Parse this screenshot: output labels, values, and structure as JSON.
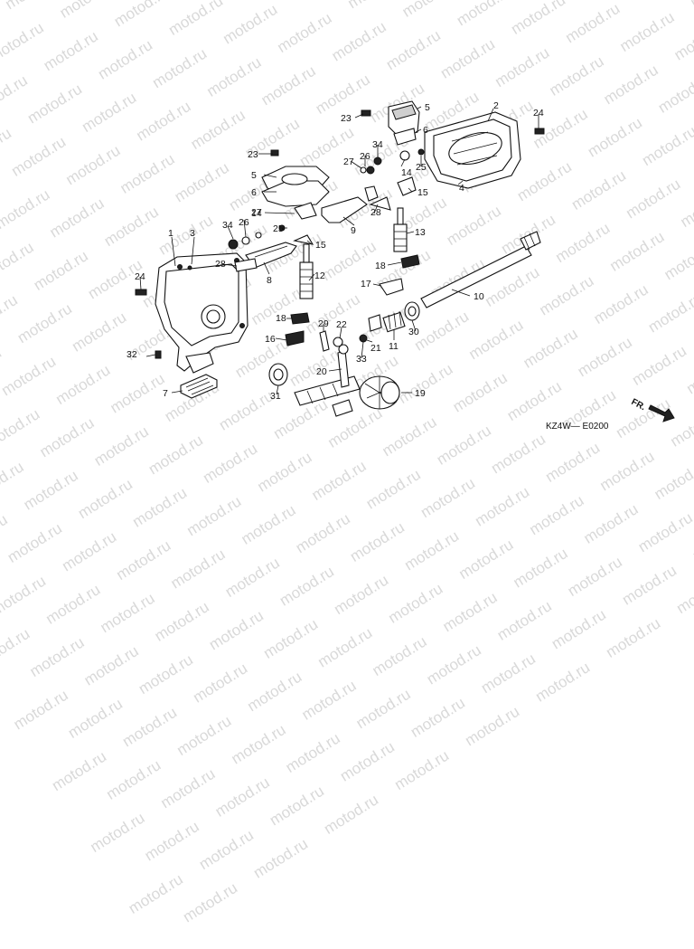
{
  "watermark": {
    "text": "motod.ru"
  },
  "diagram": {
    "code": "KZ4W— E0200",
    "fr_label": "FR.",
    "callouts": [
      {
        "id": "c1",
        "text": "1"
      },
      {
        "id": "c2",
        "text": "2"
      },
      {
        "id": "c3",
        "text": "3"
      },
      {
        "id": "c4",
        "text": "4"
      },
      {
        "id": "c5a",
        "text": "5"
      },
      {
        "id": "c5b",
        "text": "5"
      },
      {
        "id": "c6a",
        "text": "6"
      },
      {
        "id": "c6b",
        "text": "6"
      },
      {
        "id": "c7",
        "text": "7"
      },
      {
        "id": "c8",
        "text": "8"
      },
      {
        "id": "c9",
        "text": "9"
      },
      {
        "id": "c10",
        "text": "10"
      },
      {
        "id": "c11",
        "text": "11"
      },
      {
        "id": "c12",
        "text": "12"
      },
      {
        "id": "c13",
        "text": "13"
      },
      {
        "id": "c14a",
        "text": "14"
      },
      {
        "id": "c14b",
        "text": "14"
      },
      {
        "id": "c15a",
        "text": "15"
      },
      {
        "id": "c15b",
        "text": "15"
      },
      {
        "id": "c16",
        "text": "16"
      },
      {
        "id": "c17",
        "text": "17"
      },
      {
        "id": "c18a",
        "text": "18"
      },
      {
        "id": "c18b",
        "text": "18"
      },
      {
        "id": "c19",
        "text": "19"
      },
      {
        "id": "c20",
        "text": "20"
      },
      {
        "id": "c21",
        "text": "21"
      },
      {
        "id": "c22",
        "text": "22"
      },
      {
        "id": "c23a",
        "text": "23"
      },
      {
        "id": "c23b",
        "text": "23"
      },
      {
        "id": "c24a",
        "text": "24"
      },
      {
        "id": "c24b",
        "text": "24"
      },
      {
        "id": "c25a",
        "text": "25"
      },
      {
        "id": "c25b",
        "text": "25"
      },
      {
        "id": "c26a",
        "text": "26"
      },
      {
        "id": "c26b",
        "text": "26"
      },
      {
        "id": "c27a",
        "text": "27"
      },
      {
        "id": "c27b",
        "text": "27"
      },
      {
        "id": "c28a",
        "text": "28"
      },
      {
        "id": "c28b",
        "text": "28"
      },
      {
        "id": "c29",
        "text": "29"
      },
      {
        "id": "c30",
        "text": "30"
      },
      {
        "id": "c31",
        "text": "31"
      },
      {
        "id": "c32",
        "text": "32"
      },
      {
        "id": "c33",
        "text": "33"
      },
      {
        "id": "c34a",
        "text": "34"
      },
      {
        "id": "c34b",
        "text": "34"
      }
    ]
  }
}
